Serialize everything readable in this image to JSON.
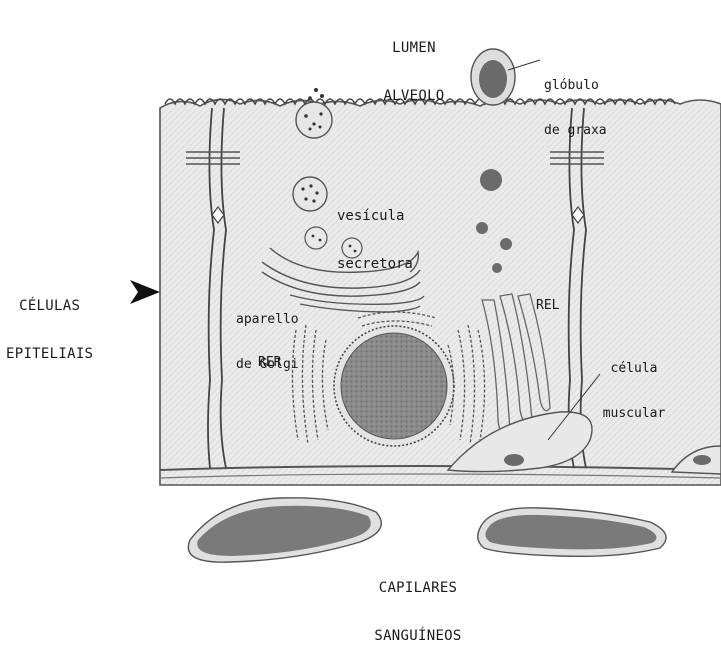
{
  "labels": {
    "lumen_line1": "LUMEN",
    "lumen_line2": "ALVEOLO",
    "fat_line1": "glóbulo",
    "fat_line2": "de graxa",
    "vesicle_line1": "vesícula",
    "vesicle_line2": "secretora",
    "epithelial_line1": "CÉLULAS",
    "epithelial_line2": "EPITELIAIS",
    "golgi_line1": "aparello",
    "golgi_line2": "de Golgi",
    "rer": "RER",
    "rel": "REL",
    "muscle_line1": "célula",
    "muscle_line2": "muscular",
    "capillaries_line1": "CAPILARES",
    "capillaries_line2": "SANGUÍNEOS"
  },
  "colors": {
    "cell_fill": "#ececec",
    "outline": "#555555",
    "dark_organelle": "#6b6b6b",
    "capillary_fill": "#7a7a7a"
  }
}
